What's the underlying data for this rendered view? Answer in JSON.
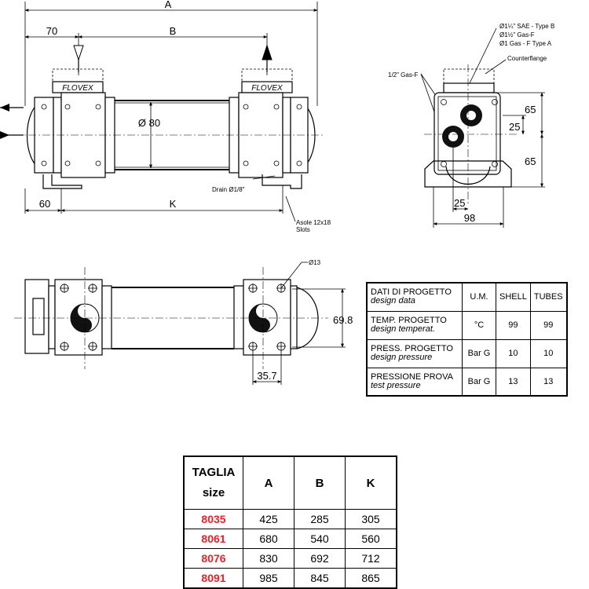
{
  "dims": {
    "A": "A",
    "B": "B",
    "K": "K",
    "d70": "70",
    "d60": "60",
    "dia80": "Ø 80",
    "d65a": "65",
    "d65b": "65",
    "d25a": "25",
    "d25b": "25",
    "d98": "98",
    "d13": "Ø13",
    "d69_8": "69.8",
    "d35_7": "35.7"
  },
  "notes": {
    "brand1": "FLOVEX",
    "brand2": "FLOVEX",
    "drain": "Drain Ø1/8\"",
    "slots1": "Asole 12x18",
    "slots2": "Slots",
    "sae": "Ø1¼\" SAE - Type B",
    "gas_f": "Ø1½\" Gas-F",
    "gas_a": "Ø1 Gas - F  Type A",
    "counterflange": "Counterflange",
    "half_gas": "1/2\" Gas-F"
  },
  "design_table": {
    "header": {
      "it": "DATI DI PROGETTO",
      "en": "design data",
      "um": "U.M.",
      "shell": "SHELL",
      "tubes": "TUBES"
    },
    "rows": [
      {
        "it": "TEMP. PROGETTO",
        "en": "design temperat.",
        "um": "°C",
        "shell": "99",
        "tubes": "99"
      },
      {
        "it": "PRESS. PROGETTO",
        "en": "design pressure",
        "um": "Bar G",
        "shell": "10",
        "tubes": "10"
      },
      {
        "it": "PRESSIONE PROVA",
        "en": "test pressure",
        "um": "Bar G",
        "shell": "13",
        "tubes": "13"
      }
    ]
  },
  "size_table": {
    "header": {
      "l1": "TAGLIA",
      "l2": "size",
      "A": "A",
      "B": "B",
      "K": "K"
    },
    "rows": [
      {
        "size": "8035",
        "A": "425",
        "B": "285",
        "K": "305"
      },
      {
        "size": "8061",
        "A": "680",
        "B": "540",
        "K": "560"
      },
      {
        "size": "8076",
        "A": "830",
        "B": "692",
        "K": "712"
      },
      {
        "size": "8091",
        "A": "985",
        "B": "845",
        "K": "865"
      }
    ],
    "code_color": "#e8212a"
  }
}
